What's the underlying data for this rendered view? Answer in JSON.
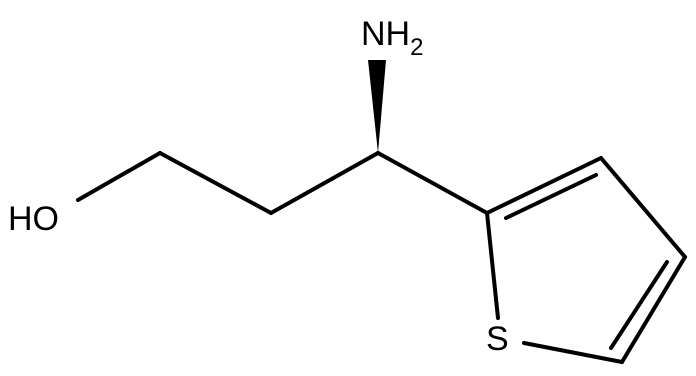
{
  "molecule": {
    "atoms": {
      "amine": {
        "symbol": "NH",
        "subscript": "2"
      },
      "hydroxyl": {
        "symbol": "HO"
      },
      "sulfur": {
        "symbol": "S"
      }
    },
    "stereo": "wedge"
  }
}
